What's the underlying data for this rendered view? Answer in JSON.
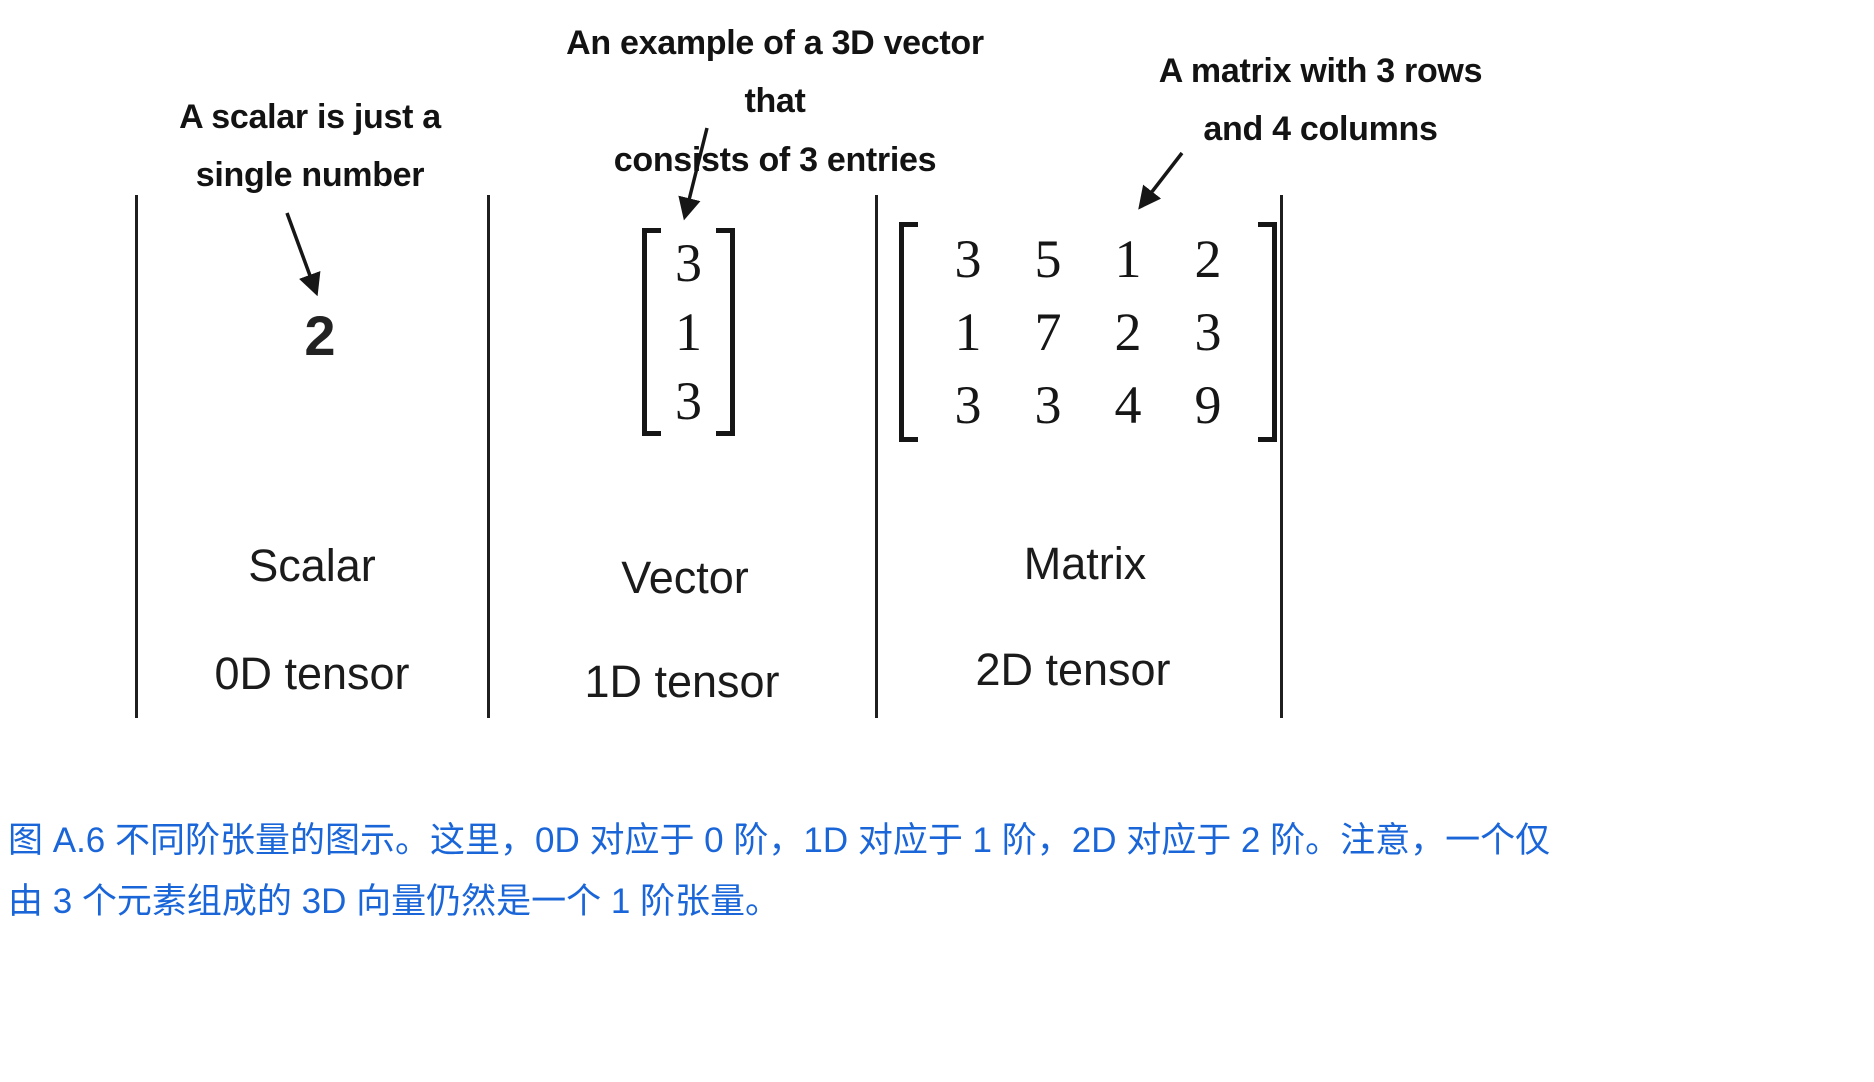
{
  "panels": [
    {
      "annotation_line1": "A scalar is just a",
      "annotation_line2": "single number",
      "value": "2",
      "type_label": "Scalar",
      "tensor_label": "0D tensor"
    },
    {
      "annotation_line1": "An example of a 3D vector that",
      "annotation_line2": "consists of 3 entries",
      "vector": [
        "3",
        "1",
        "3"
      ],
      "type_label": "Vector",
      "tensor_label": "1D tensor"
    },
    {
      "annotation_line1": "A matrix with 3 rows",
      "annotation_line2": "and 4 columns",
      "matrix": [
        [
          "3",
          "5",
          "1",
          "2"
        ],
        [
          "1",
          "7",
          "2",
          "3"
        ],
        [
          "3",
          "3",
          "4",
          "9"
        ]
      ],
      "type_label": "Matrix",
      "tensor_label": "2D tensor"
    }
  ],
  "caption": {
    "line1": "图 A.6 不同阶张量的图示。这里，0D 对应于 0 阶，1D 对应于 1 阶，2D 对应于 2 阶。注意，一个仅",
    "line2": "由 3 个元素组成的 3D 向量仍然是一个 1 阶张量。",
    "color": "#1a66d9"
  },
  "colors": {
    "diagram_ink": "#161616"
  }
}
